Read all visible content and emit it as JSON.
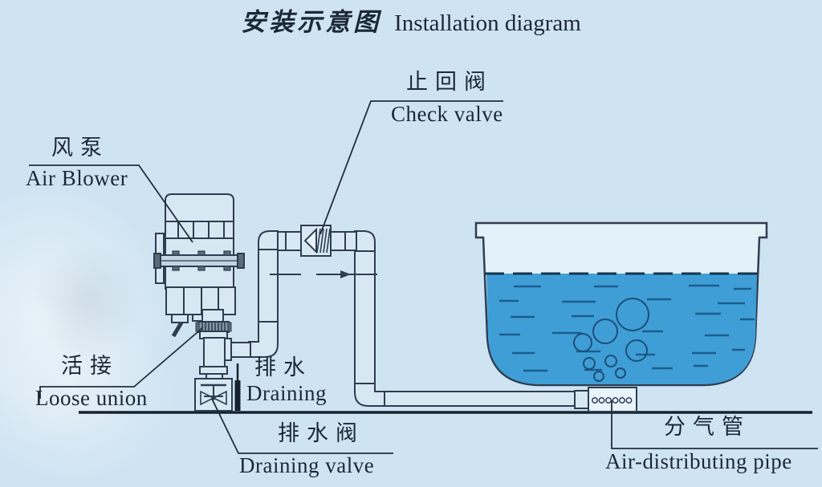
{
  "title": {
    "zh": "安装示意图",
    "en": "Installation diagram"
  },
  "labels": {
    "air_blower": {
      "zh": "风泵",
      "en": "Air Blower"
    },
    "check_valve": {
      "zh": "止回阀",
      "en": "Check valve"
    },
    "loose_union": {
      "zh": "活接",
      "en": "Loose union"
    },
    "draining": {
      "zh": "排水",
      "en": "Draining"
    },
    "draining_valve": {
      "zh": "排水阀",
      "en": "Draining valve"
    },
    "air_distributing_pipe": {
      "zh": "分气管",
      "en": "Air-distributing pipe"
    }
  },
  "colors": {
    "background": "#cfe4f2",
    "outline": "#2e3d50",
    "water": "#3f9ed6",
    "water_dash": "#1d5c8e",
    "text": "#1c2836"
  }
}
